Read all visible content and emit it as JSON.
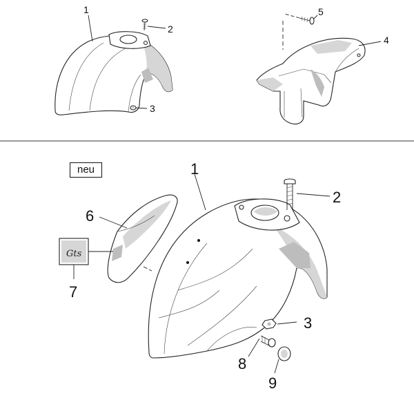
{
  "badge": "neu",
  "top_callouts": {
    "c1": "1",
    "c2": "2",
    "c3": "3",
    "c4": "4",
    "c5": "5"
  },
  "bottom_callouts": {
    "c1": "1",
    "c2": "2",
    "c3": "3",
    "c6": "6",
    "c7": "7",
    "c8": "8",
    "c9": "9"
  },
  "decal_text": "Gts"
}
